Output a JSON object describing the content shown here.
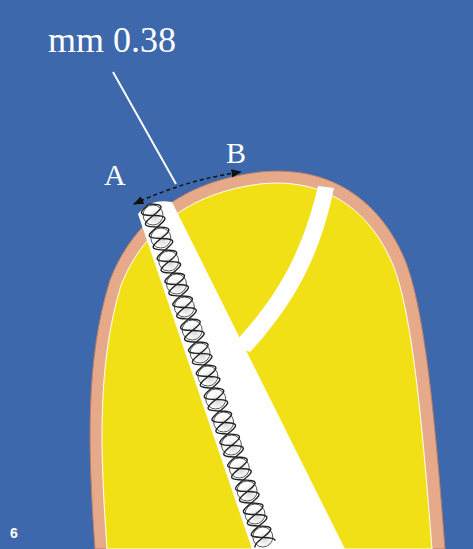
{
  "diagram": {
    "labels": [
      "mm 0.38",
      "A",
      "B",
      "6"
    ]
  }
}
